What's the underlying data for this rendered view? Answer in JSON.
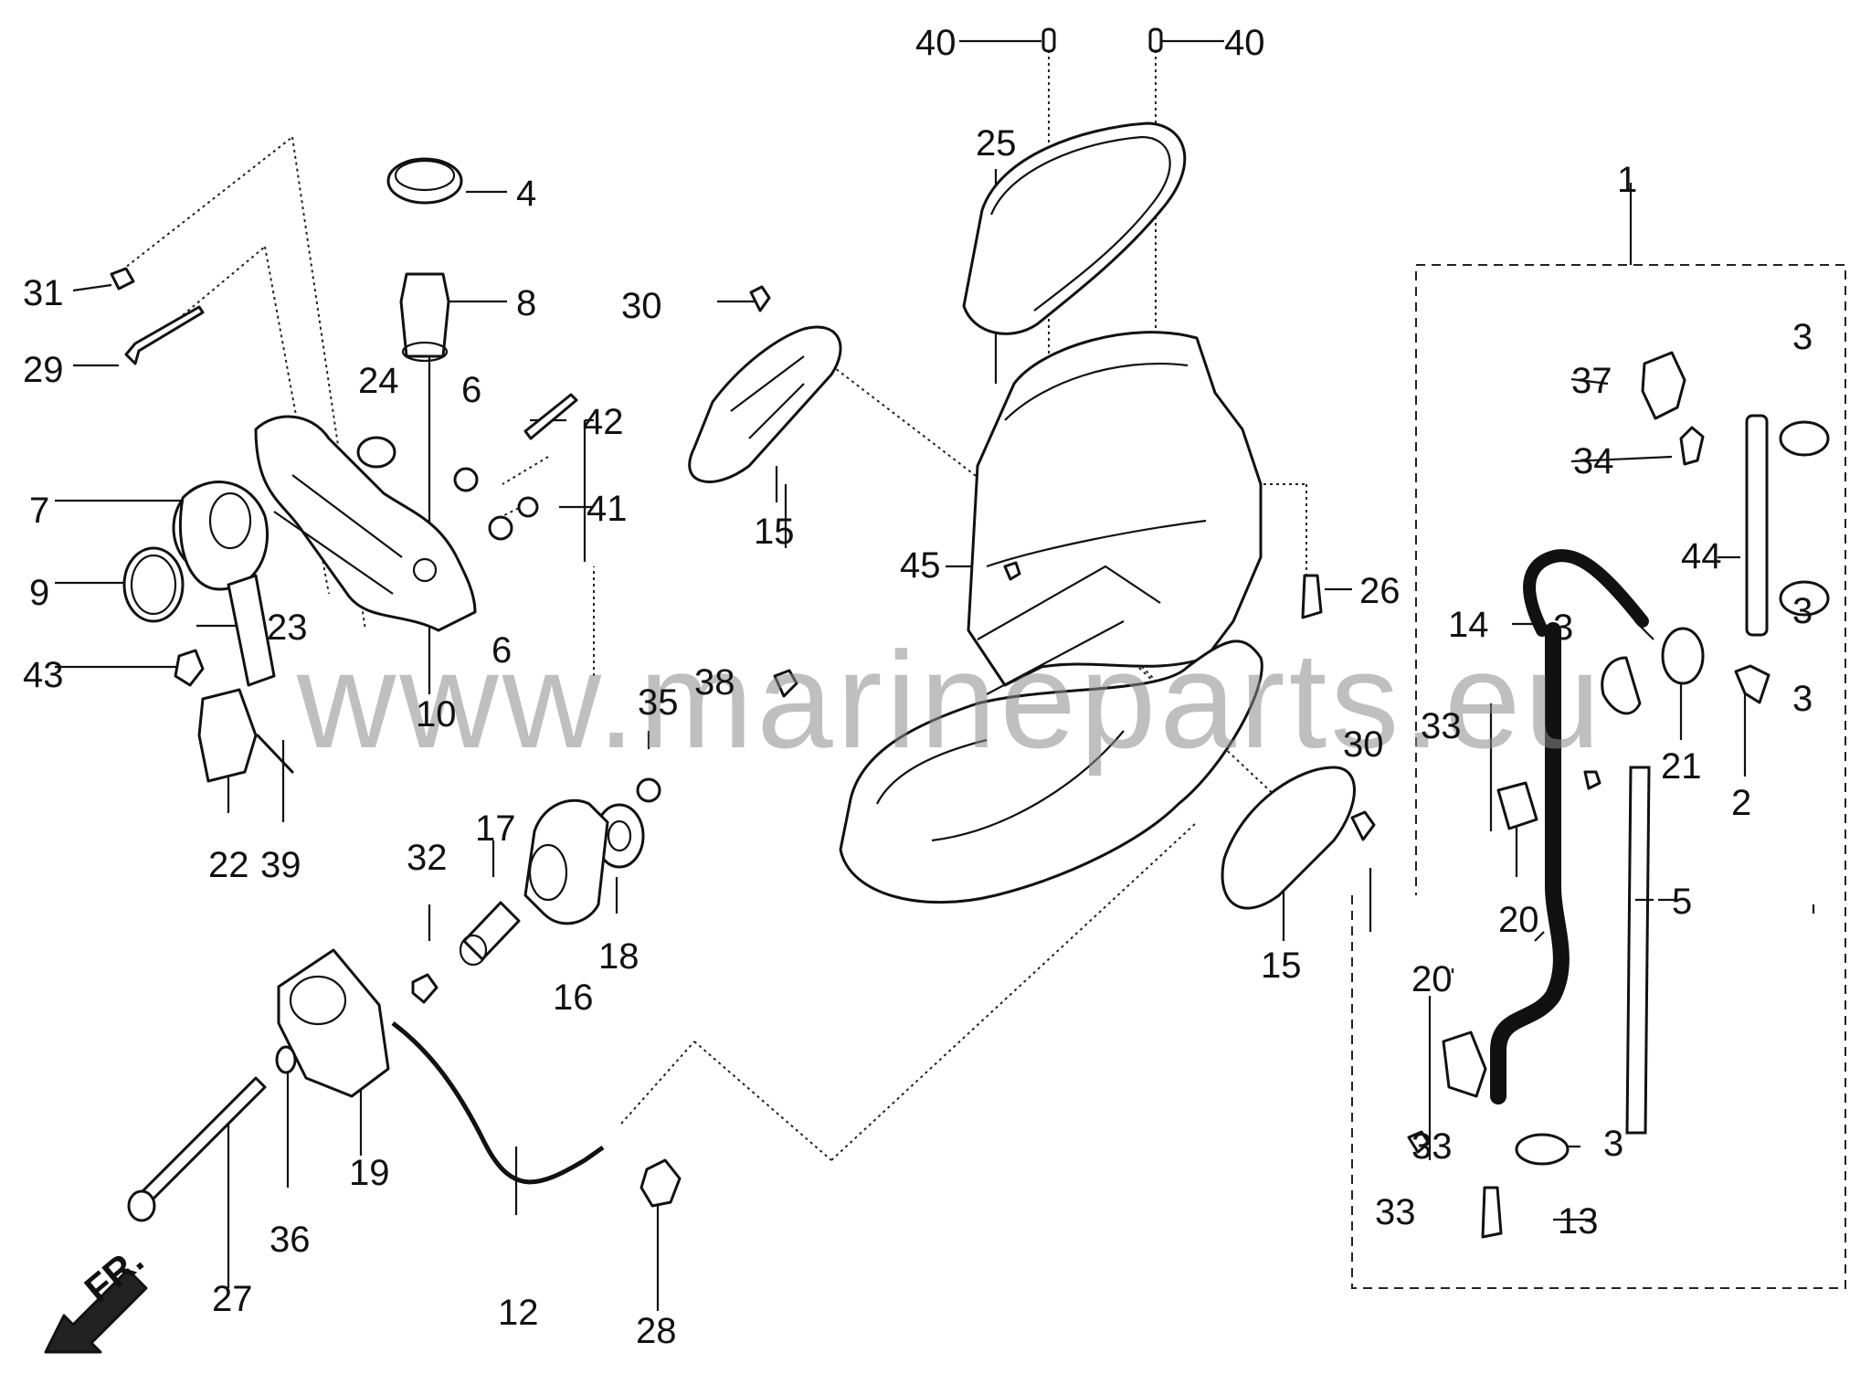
{
  "diagram": {
    "watermark": "www.marineparts.eu",
    "direction_label": "FR.",
    "callouts": [
      "1",
      "2",
      "3",
      "3",
      "3",
      "3",
      "3",
      "4",
      "5",
      "6",
      "6",
      "7",
      "8",
      "9",
      "10",
      "12",
      "13",
      "14",
      "15",
      "15",
      "16",
      "17",
      "18",
      "19",
      "20",
      "20",
      "21",
      "22",
      "23",
      "24",
      "25",
      "26",
      "27",
      "28",
      "29",
      "30",
      "30",
      "31",
      "32",
      "33",
      "33",
      "33",
      "34",
      "35",
      "36",
      "37",
      "38",
      "39",
      "40",
      "40",
      "41",
      "42",
      "43",
      "44",
      "45"
    ]
  }
}
